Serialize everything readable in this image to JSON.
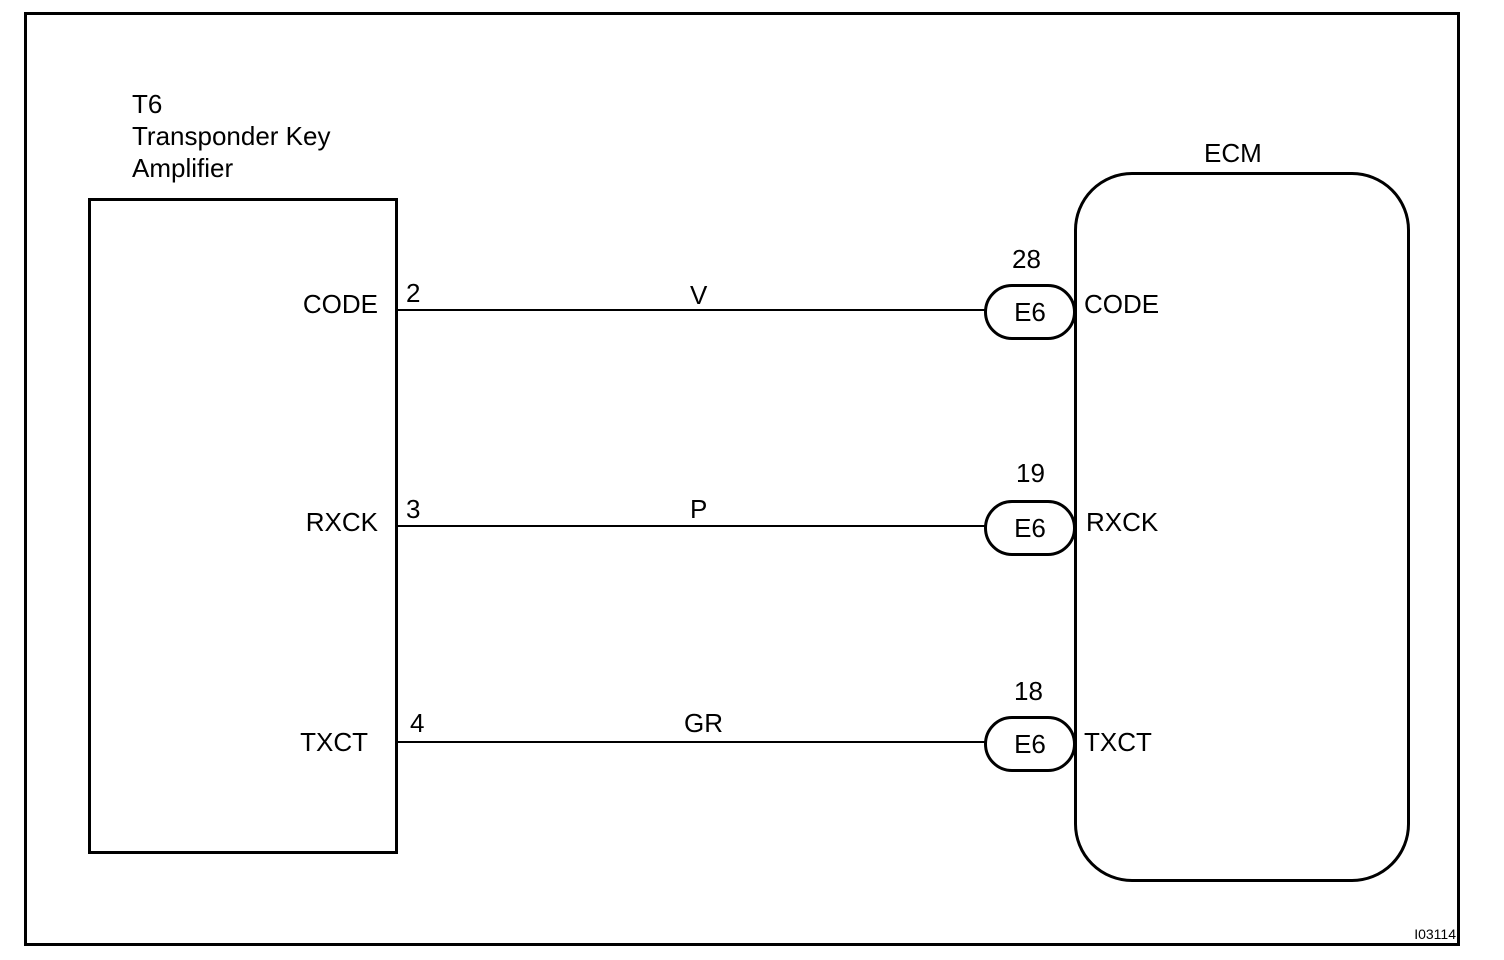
{
  "amplifier": {
    "id": "T6",
    "name_line1": "Transponder Key",
    "name_line2": "Amplifier",
    "signals": [
      {
        "label": "CODE",
        "pin": "2"
      },
      {
        "label": "RXCK",
        "pin": "3"
      },
      {
        "label": "TXCT",
        "pin": "4"
      }
    ]
  },
  "ecm": {
    "name": "ECM",
    "signals": [
      {
        "label": "CODE",
        "pin": "28",
        "connector": "E6"
      },
      {
        "label": "RXCK",
        "pin": "19",
        "connector": "E6"
      },
      {
        "label": "TXCT",
        "pin": "18",
        "connector": "E6"
      }
    ]
  },
  "wires": [
    {
      "color": "V"
    },
    {
      "color": "P"
    },
    {
      "color": "GR"
    }
  ],
  "figure_code": "I03114"
}
